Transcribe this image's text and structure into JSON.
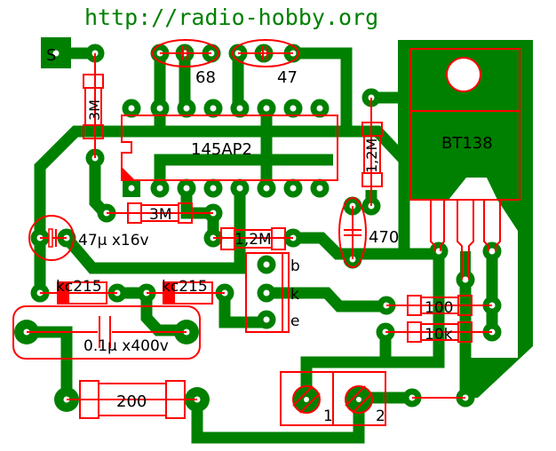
{
  "title": "http://radio-hobby.org",
  "colors": {
    "copper": "#008000",
    "silkscreen": "#ff0000",
    "text": "#000000",
    "background": "#ffffff"
  },
  "components": {
    "sensor": "S",
    "r_3m_vertical": "3M",
    "c_68": "68",
    "c_47": "47",
    "ic": "145AP2",
    "r_3m_horizontal": "3M",
    "r_1_2m_horizontal": "1,2M",
    "r_1_2m_vertical": "1,2M",
    "c_47u": "47μ x16v",
    "c_470": "470",
    "triac": "BT138",
    "transistor_pins": [
      "b",
      "k",
      "e"
    ],
    "diode_1": "kc215",
    "diode_2": "kc215",
    "c_0_1u": "0.1μ x400v",
    "r_200": "200",
    "r_100": "100",
    "r_10k": "10k",
    "terminal_1": "1",
    "terminal_2": "2"
  }
}
